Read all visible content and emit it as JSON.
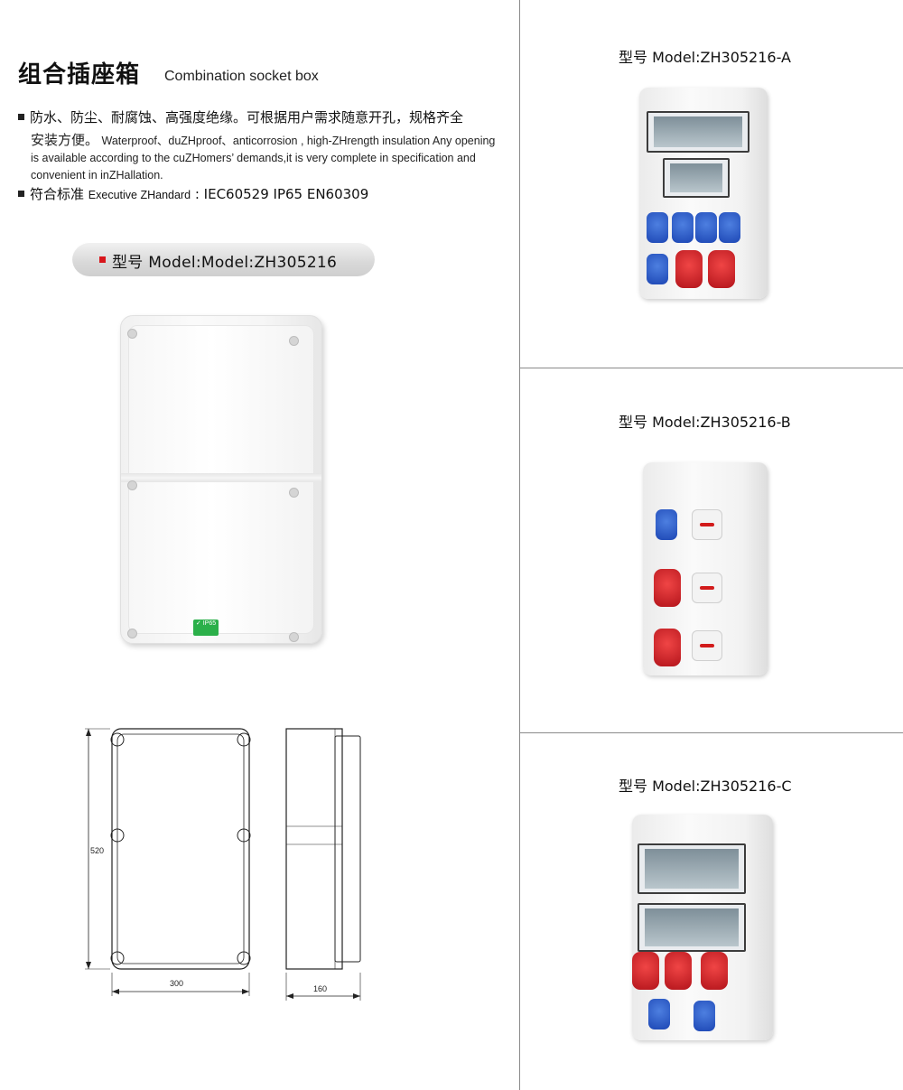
{
  "left": {
    "title_cn": "组合插座箱",
    "title_en": "Combination socket box",
    "feature_cn": "防水、防尘、耐腐蚀、高强度绝缘。可根据用户需求随意开孔，规格齐全",
    "feature_cn_2": "安装方便。",
    "feature_en": "Waterproof、duZHproof、anticorrosion , high-ZHrength insulation Any opening is available according to the cuZHomers’  demands,it is very complete in specification and convenient in inZHallation.",
    "standard_cn": "符合标准",
    "standard_en": "Executive ZHandard",
    "standard_values": ": IEC60529  IP65  EN60309",
    "model_pill": "型号 Model:Model:ZH305216",
    "box_badge": "IP65",
    "dimensions": {
      "height": "520",
      "width": "300",
      "depth": "160"
    }
  },
  "right": {
    "model_a": "型号 Model:ZH305216-A",
    "model_b": "型号 Model:ZH305216-B",
    "model_c": "型号 Model:ZH305216-C"
  },
  "colors": {
    "accent_red": "#d8151b",
    "socket_blue": "#1c46b4",
    "socket_red": "#b3141b",
    "badge_green": "#2bb04a"
  }
}
